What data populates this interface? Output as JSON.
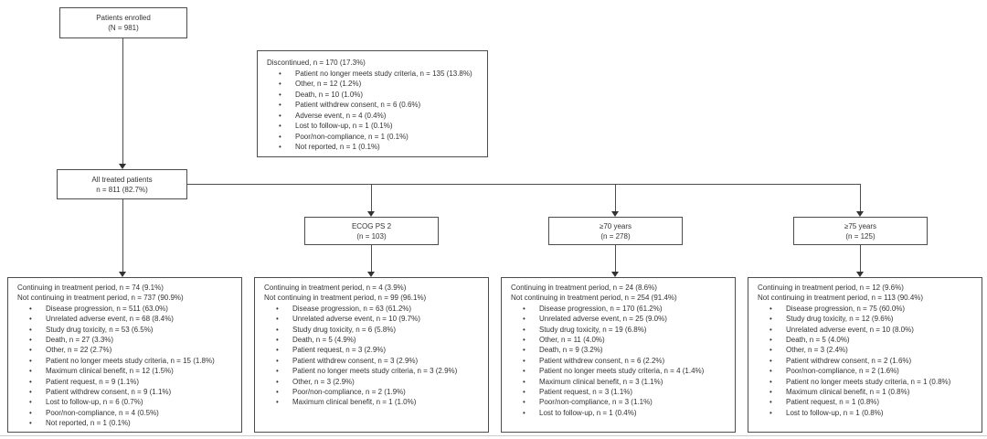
{
  "colors": {
    "box_border": "#4d4d4d",
    "text": "#333333",
    "background": "#ffffff"
  },
  "flowchart": {
    "enrolled": {
      "title": "Patients enrolled",
      "count": "(N = 981)"
    },
    "discontinued": {
      "title": "Discontinued, n = 170 (17.3%)",
      "items": [
        "Patient no longer meets study criteria, n = 135 (13.8%)",
        "Other, n = 12 (1.2%)",
        "Death, n = 10 (1.0%)",
        "Patient withdrew consent, n = 6 (0.6%)",
        "Adverse event, n = 4 (0.4%)",
        "Lost to follow-up, n = 1 (0.1%)",
        "Poor/non-compliance, n = 1 (0.1%)",
        "Not reported, n = 1 (0.1%)"
      ]
    },
    "treated": {
      "title": "All treated patients",
      "count": "n = 811 (82.7%)"
    },
    "subgroups": [
      {
        "title": "ECOG PS 2",
        "count": "(n = 103)"
      },
      {
        "title": "≥70 years",
        "count": "(n = 278)"
      },
      {
        "title": "≥75 years",
        "count": "(n = 125)"
      }
    ],
    "outcomes": [
      {
        "continuing": "Continuing in treatment period, n = 74 (9.1%)",
        "not_continuing": "Not continuing in treatment period, n = 737 (90.9%)",
        "items": [
          "Disease progression, n = 511 (63.0%)",
          "Unrelated adverse event, n = 68 (8.4%)",
          "Study drug toxicity, n = 53 (6.5%)",
          "Death, n = 27 (3.3%)",
          "Other, n = 22 (2.7%)",
          "Patient no longer meets study criteria, n = 15 (1.8%)",
          "Maximum clinical benefit, n = 12 (1.5%)",
          "Patient request, n = 9 (1.1%)",
          "Patient withdrew consent, n = 9 (1.1%)",
          "Lost to follow-up, n = 6 (0.7%)",
          "Poor/non-compliance, n = 4 (0.5%)",
          "Not reported, n = 1 (0.1%)"
        ]
      },
      {
        "continuing": "Continuing in treatment period, n = 4 (3.9%)",
        "not_continuing": "Not continuing in treatment period, n = 99 (96.1%)",
        "items": [
          "Disease progression, n = 63 (61.2%)",
          "Unrelated adverse event, n = 10 (9.7%)",
          "Study drug toxicity, n = 6 (5.8%)",
          "Death, n = 5 (4.9%)",
          "Patient request, n = 3 (2.9%)",
          "Patient withdrew consent, n = 3 (2.9%)",
          "Patient no longer meets study criteria, n = 3 (2.9%)",
          "Other, n = 3 (2.9%)",
          "Poor/non-compliance, n = 2 (1.9%)",
          "Maximum clinical benefit, n = 1 (1.0%)"
        ]
      },
      {
        "continuing": "Continuing in treatment period, n = 24 (8.6%)",
        "not_continuing": "Not continuing in treatment period, n = 254 (91.4%)",
        "items": [
          "Disease progression, n = 170 (61.2%)",
          "Unrelated adverse event, n = 25 (9.0%)",
          "Study drug toxicity, n = 19 (6.8%)",
          "Other, n = 11 (4.0%)",
          "Death, n = 9 (3.2%)",
          "Patient withdrew consent, n = 6 (2.2%)",
          "Patient no longer meets study criteria, n = 4 (1.4%)",
          "Maximum clinical benefit, n = 3 (1.1%)",
          "Patient request, n = 3 (1.1%)",
          "Poor/non-compliance, n = 3 (1.1%)",
          "Lost to follow-up, n = 1 (0.4%)"
        ]
      },
      {
        "continuing": "Continuing in treatment period, n = 12 (9.6%)",
        "not_continuing": "Not continuing in treatment period, n = 113 (90.4%)",
        "items": [
          "Disease progression, n = 75 (60.0%)",
          "Study drug toxicity, n = 12 (9.6%)",
          "Unrelated adverse event, n = 10 (8.0%)",
          "Death, n = 5 (4.0%)",
          "Other, n = 3 (2.4%)",
          "Patient withdrew consent, n = 2 (1.6%)",
          "Poor/non-compliance, n = 2 (1.6%)",
          "Patient no longer meets study criteria, n = 1 (0.8%)",
          "Maximum clinical benefit, n = 1 (0.8%)",
          "Patient request, n = 1 (0.8%)",
          "Lost to follow-up, n = 1 (0.8%)"
        ]
      }
    ]
  }
}
